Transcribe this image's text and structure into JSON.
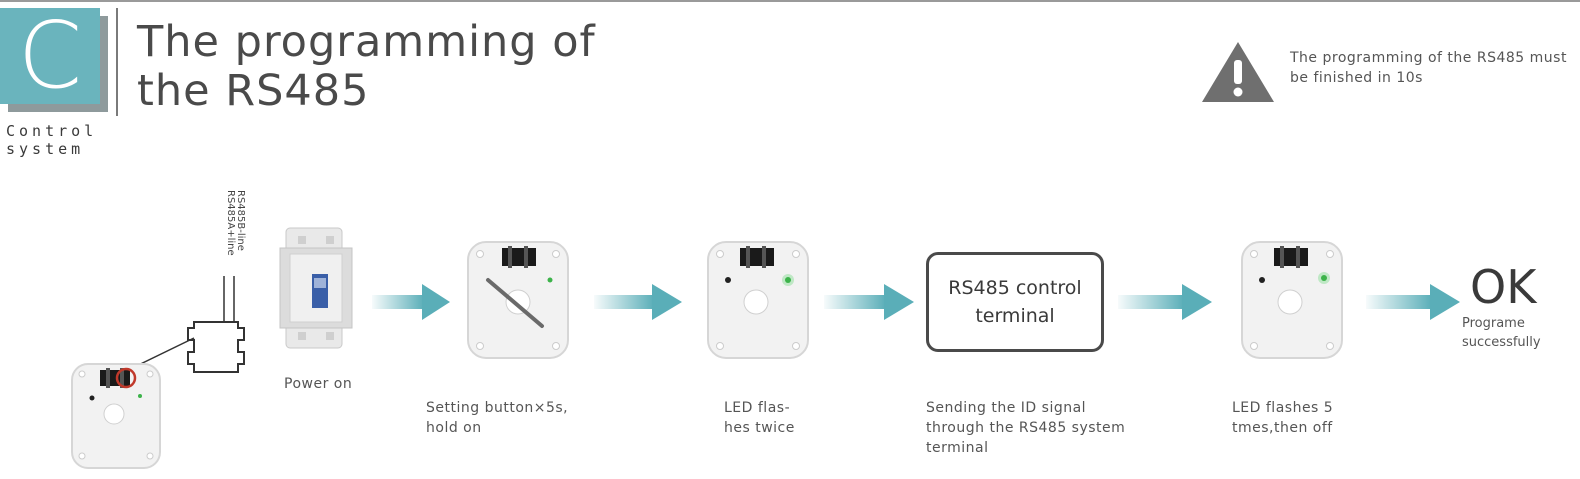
{
  "header": {
    "badge_letter": "C",
    "title": "The programming of the RS485",
    "section": "Control system"
  },
  "warning": {
    "icon": "warning-triangle-icon",
    "text": "The programming of the RS485 must be finished in 10s"
  },
  "wiring": {
    "line_a": "RS485A+line",
    "line_b": "RS485B-line"
  },
  "steps": [
    {
      "label": "Power on"
    },
    {
      "label": "Setting button×5s, hold on"
    },
    {
      "label": "LED flas- hes twice"
    },
    {
      "label": "Sending the ID signal through the RS485 system terminal"
    },
    {
      "label": "LED flashes 5 tmes,then off"
    }
  ],
  "terminal": {
    "label": "RS485 control\nterminal"
  },
  "result": {
    "ok": "OK",
    "text": "Programe successfully"
  },
  "colors": {
    "accent": "#6ab4bd",
    "arrow": "#5aaeb8",
    "led_green": "#3cb34a",
    "highlight_red": "#c0392b",
    "text": "#3a3a3a"
  }
}
